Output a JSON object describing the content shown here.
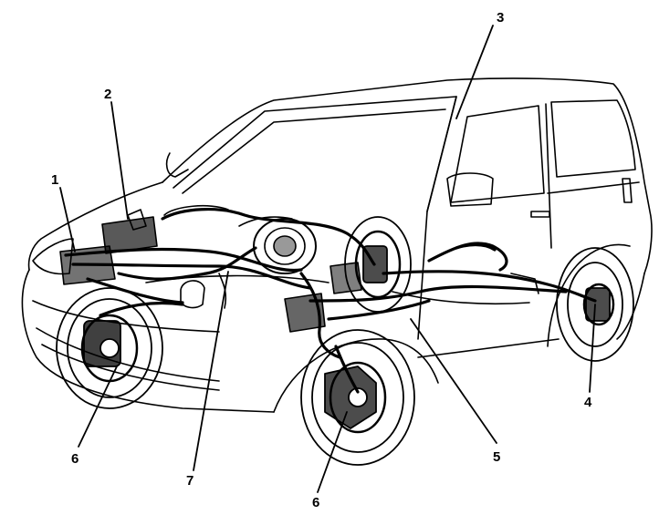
{
  "figure": {
    "callouts": [
      {
        "id": "1",
        "label": "1"
      },
      {
        "id": "2",
        "label": "2"
      },
      {
        "id": "3",
        "label": "3"
      },
      {
        "id": "4",
        "label": "4"
      },
      {
        "id": "5",
        "label": "5"
      },
      {
        "id": "6a",
        "label": "6"
      },
      {
        "id": "6b",
        "label": "6"
      },
      {
        "id": "7",
        "label": "7"
      }
    ],
    "ink_color": "#000000",
    "paper_color": "#ffffff"
  }
}
